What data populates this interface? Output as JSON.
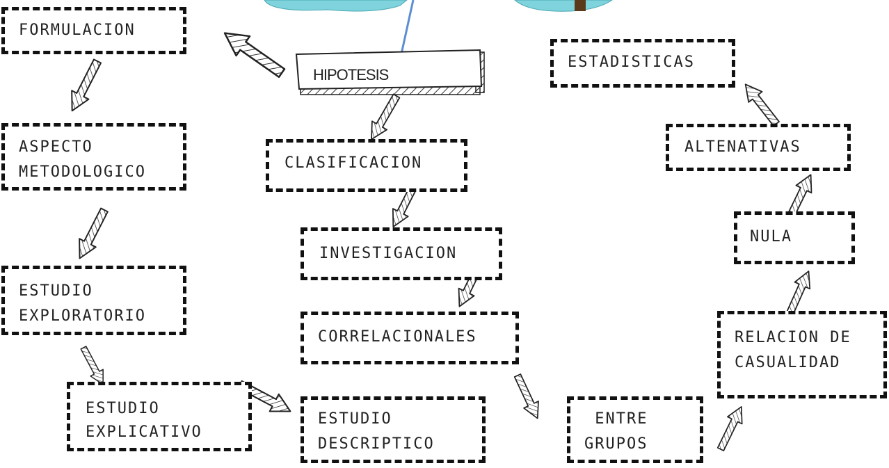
{
  "nodes": {
    "formulacion": [
      "FORMULACION"
    ],
    "aspecto": [
      "ASPECTO",
      "METODOLOGICO"
    ],
    "estudio_exploratorio": [
      "ESTUDIO",
      "EXPLORATORIO"
    ],
    "estudio_explicativo": [
      "ESTUDIO",
      "EXPLICATIVO"
    ],
    "hipotesis": "HIPOTESIS",
    "clasificacion": [
      "CLASIFICACION"
    ],
    "investigacion": [
      "INVESTIGACION"
    ],
    "correlacionales": [
      "CORRELACIONALES"
    ],
    "estudio_descriptico": [
      "ESTUDIO",
      "DESCRIPTICO"
    ],
    "entre_grupos": [
      " ENTRE",
      "GRUPOS"
    ],
    "relacion": [
      "RELACION DE",
      "CASUALIDAD"
    ],
    "nula": [
      "NULA"
    ],
    "altenativas": [
      "ALTENATIVAS"
    ],
    "estadisticas": [
      "ESTADISTICAS"
    ]
  },
  "colors": {
    "border": "#111111",
    "sky": "#7fd3dc",
    "pointer": "#5b8fd0",
    "tree": "#5a3a1a"
  }
}
